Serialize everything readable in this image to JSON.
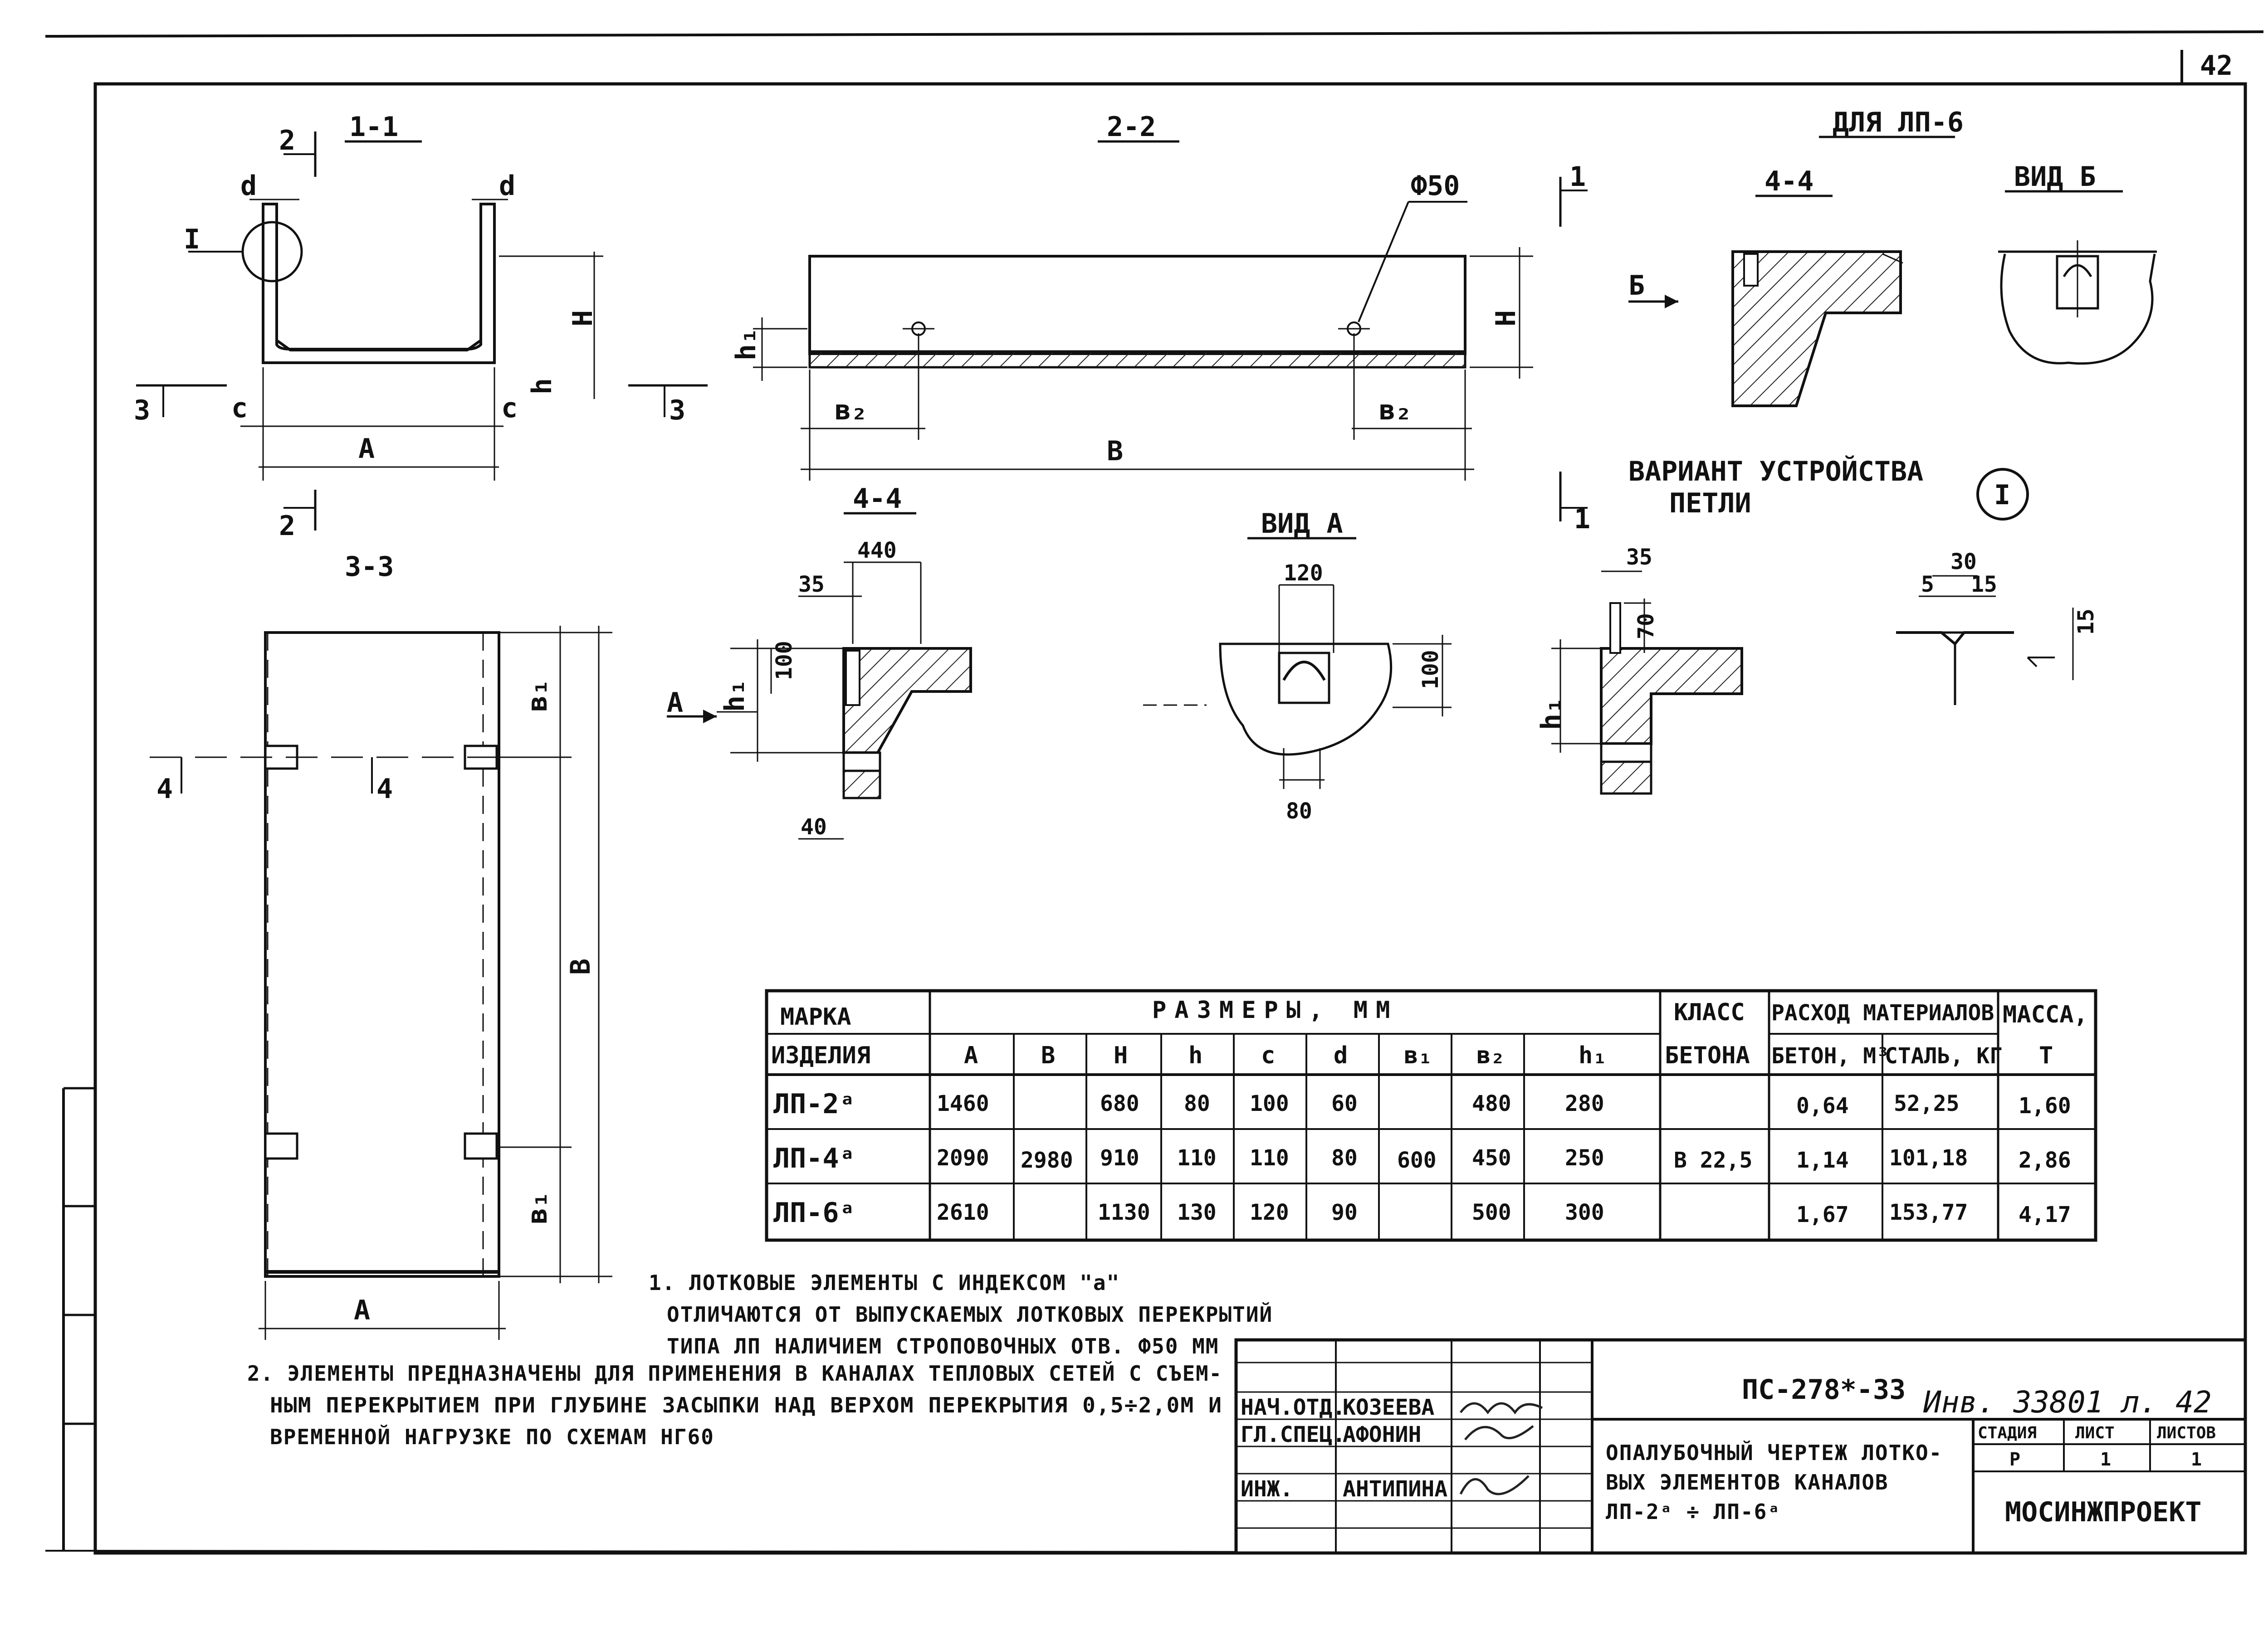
{
  "sheet": {
    "page_number": "42",
    "stamp": "Инв. 33801 л. 42"
  },
  "views": {
    "sec_1_1": "1-1",
    "sec_2_2": "2-2",
    "sec_3_3": "3-3",
    "sec_4_4_main": "4-4",
    "sec_4_4_lp6": "4-4",
    "view_a": "ВИД А",
    "view_b": "ВИД Б",
    "for_lp6": "ДЛЯ ЛП-6",
    "variant_title_1": "ВАРИАНТ УСТРОЙСТВА",
    "variant_title_2": "ПЕТЛИ",
    "detail_mark": "I"
  },
  "dims": {
    "d": "d",
    "H": "H",
    "h": "h",
    "c": "c",
    "A": "A",
    "B": "B",
    "h1": "h₁",
    "b1": "в₁",
    "b2": "в₂",
    "phi50": "Ф50",
    "n2": "2",
    "n3": "3",
    "n4": "4",
    "n1": "1",
    "b_arrow": "Б",
    "a_arrow": "А",
    "d440": "440",
    "d35": "35",
    "d100": "100",
    "d40": "40",
    "d120": "120",
    "d80": "80",
    "d70": "70",
    "d30": "30",
    "d5": "5",
    "d15": "15"
  },
  "table": {
    "headers": {
      "mark_1": "МАРКА",
      "mark_2": "ИЗДЕЛИЯ",
      "sizes": "РАЗМЕРЫ, ММ",
      "class_1": "КЛАСС",
      "class_2": "БЕТОНА",
      "consumption": "РАСХОД МАТЕРИАЛОВ",
      "concrete": "БЕТОН, М³",
      "steel": "СТАЛЬ, КГ",
      "mass_1": "МАССА,",
      "mass_2": "Т"
    },
    "sub_headers": [
      "A",
      "B",
      "H",
      "h",
      "c",
      "d",
      "в₁",
      "в₂",
      "h₁"
    ],
    "rows": [
      {
        "mark": "ЛП-2ᵃ",
        "A": "1460",
        "H": "680",
        "h": "80",
        "c": "100",
        "d": "60",
        "b2": "480",
        "h1": "280",
        "concrete": "0,64",
        "steel": "52,25",
        "mass": "1,60"
      },
      {
        "mark": "ЛП-4ᵃ",
        "A": "2090",
        "H": "910",
        "h": "110",
        "c": "110",
        "d": "80",
        "b2": "450",
        "h1": "250",
        "concrete": "1,14",
        "steel": "101,18",
        "mass": "2,86"
      },
      {
        "mark": "ЛП-6ᵃ",
        "A": "2610",
        "H": "1130",
        "h": "130",
        "c": "120",
        "d": "90",
        "b2": "500",
        "h1": "300",
        "concrete": "1,67",
        "steel": "153,77",
        "mass": "4,17"
      }
    ],
    "shared": {
      "B": "2980",
      "b1": "600",
      "class": "В 22,5"
    }
  },
  "notes": {
    "n1_l1": "1. ЛОТКОВЫЕ ЭЛЕМЕНТЫ С ИНДЕКСОМ \"а\"",
    "n1_l2": "ОТЛИЧАЮТСЯ ОТ ВЫПУСКАЕМЫХ ЛОТКОВЫХ ПЕРЕКРЫТИЙ",
    "n1_l3": "ТИПА ЛП НАЛИЧИЕМ СТРОПОВОЧНЫХ ОТВ. Ф50 ММ",
    "n2_l1": "2. ЭЛЕМЕНТЫ ПРЕДНАЗНАЧЕНЫ ДЛЯ ПРИМЕНЕНИЯ В КАНАЛАХ ТЕПЛОВЫХ СЕТЕЙ С СЪЕМ-",
    "n2_l2": "НЫМ ПЕРЕКРЫТИЕМ ПРИ ГЛУБИНЕ ЗАСЫПКИ НАД ВЕРХОМ ПЕРЕКРЫТИЯ 0,5÷2,0М И",
    "n2_l3": "ВРЕМЕННОЙ НАГРУЗКЕ ПО СХЕМАМ НГ60"
  },
  "title_block": {
    "doc_code": "ПС-278*-33",
    "roles": [
      {
        "role": "НАЧ.ОТД.",
        "name": "КОЗЕЕВА"
      },
      {
        "role": "ГЛ.СПЕЦ.",
        "name": "АФОНИН"
      },
      {
        "role": "ИНЖ.",
        "name": "АНТИПИНА"
      }
    ],
    "title_l1": "ОПАЛУБОЧНЫЙ ЧЕРТЕЖ ЛОТКО-",
    "title_l2": "ВЫХ ЭЛЕМЕНТОВ КАНАЛОВ",
    "title_l3": "ЛП-2ᵃ ÷ ЛП-6ᵃ",
    "stage_label": "СТАДИЯ",
    "sheet_label": "ЛИСТ",
    "sheets_label": "ЛИСТОВ",
    "stage_value": "Р",
    "sheet_value": "1",
    "sheets_value": "1",
    "org": "МОСИНЖПРОЕКТ"
  }
}
